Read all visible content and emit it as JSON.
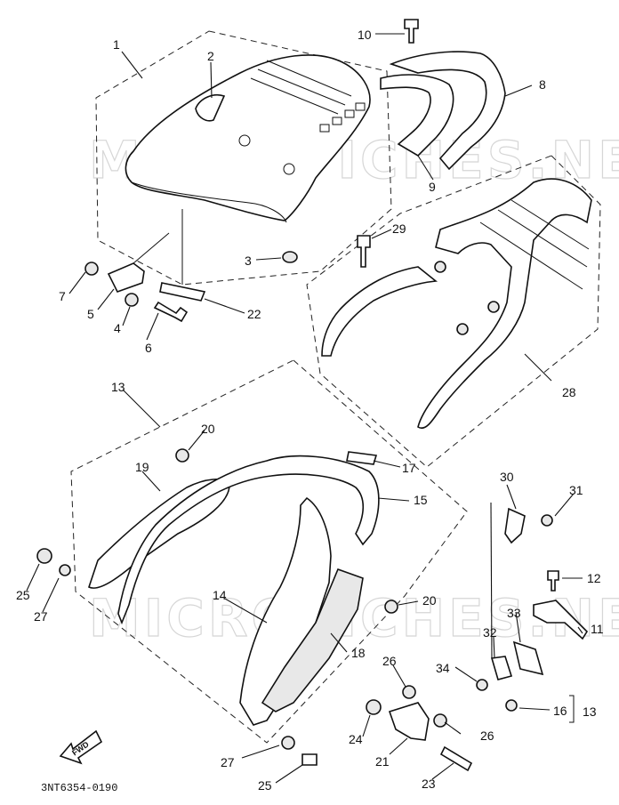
{
  "diagram": {
    "part_code": "3NT6354-0190",
    "fwd_label": "FWD",
    "watermark": "MICROFICHES.NET",
    "callouts": {
      "c1": "1",
      "c2": "2",
      "c3": "3",
      "c4": "4",
      "c5": "5",
      "c6": "6",
      "c7": "7",
      "c8": "8",
      "c9": "9",
      "c10": "10",
      "c11": "11",
      "c12": "12",
      "c13a": "13",
      "c13b": "13",
      "c14": "14",
      "c15": "15",
      "c16": "16",
      "c17": "17",
      "c18": "18",
      "c19": "19",
      "c20a": "20",
      "c20b": "20",
      "c21": "21",
      "c22": "22",
      "c23": "23",
      "c24": "24",
      "c25a": "25",
      "c25b": "25",
      "c26a": "26",
      "c26b": "26",
      "c27a": "27",
      "c27b": "27",
      "c28": "28",
      "c29": "29",
      "c30": "30",
      "c31": "31",
      "c32": "32",
      "c33": "33",
      "c34": "34"
    }
  }
}
